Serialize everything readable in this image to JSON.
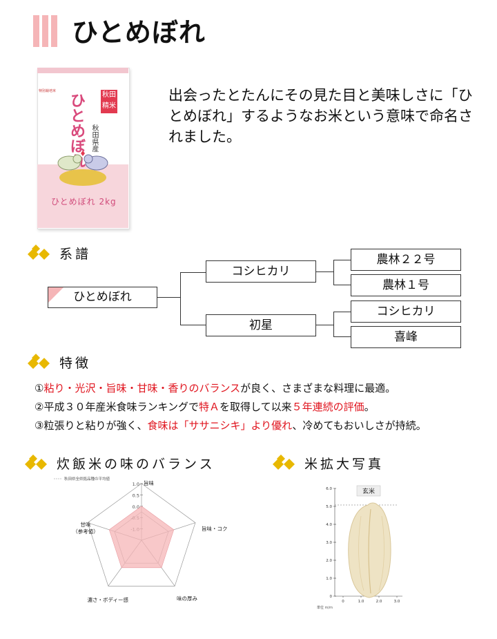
{
  "title": "ひとめぼれ",
  "product": {
    "seal_text": "特別栽培米",
    "badge": [
      "秋田",
      "精米"
    ],
    "name": "ひとめぼれ",
    "origin": "秋田県産",
    "label": "ひとめぼれ 2kg"
  },
  "intro": "出会ったとたんにその見た目と美味しさに「ひとめぼれ」するようなお米という意味で命名されました。",
  "lineage": {
    "heading": "系譜",
    "child": "ひとめぼれ",
    "parent1": "コシヒカリ",
    "parent2": "初星",
    "grand": [
      "農林２２号",
      "農林１号",
      "コシヒカリ",
      "喜峰"
    ]
  },
  "features": {
    "heading": "特徴",
    "items": [
      [
        {
          "t": "①",
          "r": false
        },
        {
          "t": "粘り・光沢・旨味・甘味・香りのバランス",
          "r": true
        },
        {
          "t": "が良く、さまざまな料理に最適。",
          "r": false
        }
      ],
      [
        {
          "t": "②平成３０年産米食味ランキングで",
          "r": false
        },
        {
          "t": "特Ａ",
          "r": true
        },
        {
          "t": "を取得して以来",
          "r": false
        },
        {
          "t": "５年連続の評価",
          "r": true
        },
        {
          "t": "。",
          "r": false
        }
      ],
      [
        {
          "t": "③粒張りと粘りが強く、",
          "r": false
        },
        {
          "t": "食味は「ササニシキ」より優れ",
          "r": true
        },
        {
          "t": "、冷めてもおいしさが持続。",
          "r": false
        }
      ]
    ]
  },
  "taste": {
    "heading": "炊飯米の味のバランス",
    "legend": "秋田県全県銘品種の平均値",
    "axes": [
      "旨味",
      "旨味・コク",
      "味の厚み",
      "濃さ・ボディー感",
      "甘味\n（参考値）"
    ],
    "scale": [
      "1.0",
      "0.5",
      "0.0",
      "-0.5",
      "-1.0"
    ],
    "values": [
      0.0,
      0.0,
      0.0,
      0.0,
      0.0
    ],
    "fill_color": "#f5b5b7"
  },
  "photo": {
    "heading": "米拡大写真",
    "label": "玄米",
    "y_ticks": [
      "6.0",
      "5.0",
      "4.0",
      "3.0",
      "2.0",
      "1.0",
      "0"
    ],
    "x_ticks": [
      "0",
      "1.0",
      "2.0",
      "3.0"
    ],
    "unit": "単位 m/m"
  },
  "colors": {
    "accent_pink": "#f5b5b7",
    "gold": "#e8b800",
    "emphasis_red": "#e0141e"
  }
}
